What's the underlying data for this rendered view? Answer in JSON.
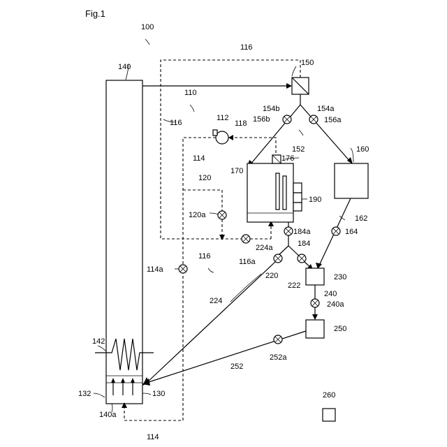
{
  "figure": {
    "title": "Fig.1"
  },
  "labels": {
    "system": "100",
    "n110": "110",
    "n112": "112",
    "n114_a": "114",
    "n114_b": "114",
    "n114a": "114a",
    "n116_top": "116",
    "n116_left": "116",
    "n116_bottom": "116",
    "n116a": "116a",
    "n118": "118",
    "n120": "120",
    "n120a": "120a",
    "n130": "130",
    "n132": "132",
    "n140": "140",
    "n140a": "140a",
    "n142": "142",
    "n150": "150",
    "n152": "152",
    "n154a": "154a",
    "n154b": "154b",
    "n156a": "156a",
    "n156b": "156b",
    "n160": "160",
    "n162": "162",
    "n164": "164",
    "n170": "170",
    "n176": "176",
    "n184": "184",
    "n184a": "184a",
    "n190": "190",
    "n220": "220",
    "n222": "222",
    "n224": "224",
    "n224a": "224a",
    "n230": "230",
    "n240": "240",
    "n240a": "240a",
    "n250": "250",
    "n252": "252",
    "n252a": "252a",
    "n260": "260"
  }
}
